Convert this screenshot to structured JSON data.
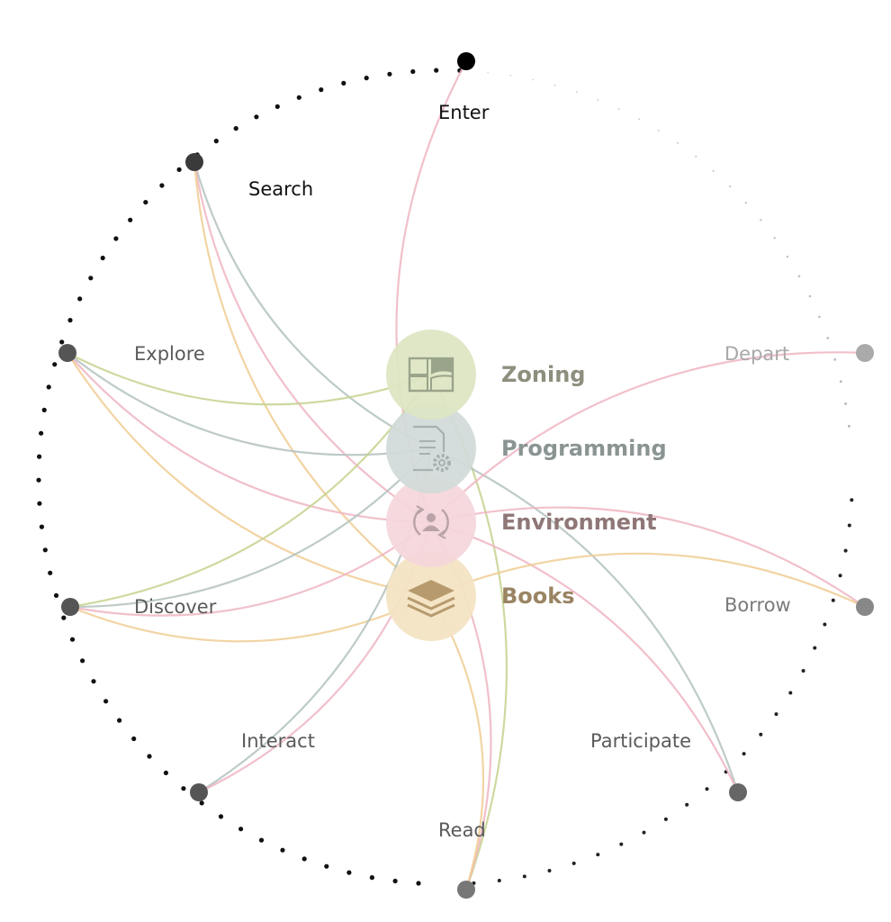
{
  "stages": [
    {
      "id": "enter",
      "label": "Enter",
      "color": "#111111"
    },
    {
      "id": "search",
      "label": "Search",
      "color": "#111111"
    },
    {
      "id": "explore",
      "label": "Explore",
      "color": "#5a5a5a"
    },
    {
      "id": "discover",
      "label": "Discover",
      "color": "#5a5a5a"
    },
    {
      "id": "interact",
      "label": "Interact",
      "color": "#5a5a5a"
    },
    {
      "id": "read",
      "label": "Read",
      "color": "#5a5a5a"
    },
    {
      "id": "participate",
      "label": "Participate",
      "color": "#5a5a5a"
    },
    {
      "id": "borrow",
      "label": "Borrow",
      "color": "#7a7a7a"
    },
    {
      "id": "depart",
      "label": "Depart",
      "color": "#a8a8a8"
    }
  ],
  "hubs": [
    {
      "id": "zoning",
      "label": "Zoning",
      "icon": "zoning-layout-icon",
      "fill": "#dde5c3",
      "icon_color": "#9aa48a",
      "label_color": "#8e8e7e"
    },
    {
      "id": "programming",
      "label": "Programming",
      "icon": "programming-document-gear-icon",
      "fill": "#d1dad8",
      "icon_color": "#a6b1b0",
      "label_color": "#8a9493"
    },
    {
      "id": "environment",
      "label": "Environment",
      "icon": "environment-person-cycle-icon",
      "fill": "#f4d6dc",
      "icon_color": "#b9a3a8",
      "label_color": "#8f7777"
    },
    {
      "id": "books",
      "label": "Books",
      "icon": "books-stack-icon",
      "fill": "#f4e3c3",
      "icon_color": "#b79b6e",
      "label_color": "#9a8463"
    }
  ],
  "connections": [
    {
      "from": "enter",
      "to": "environment"
    },
    {
      "from": "search",
      "to": "programming"
    },
    {
      "from": "search",
      "to": "environment"
    },
    {
      "from": "search",
      "to": "books"
    },
    {
      "from": "explore",
      "to": "zoning"
    },
    {
      "from": "explore",
      "to": "programming"
    },
    {
      "from": "explore",
      "to": "environment"
    },
    {
      "from": "explore",
      "to": "books"
    },
    {
      "from": "discover",
      "to": "zoning"
    },
    {
      "from": "discover",
      "to": "programming"
    },
    {
      "from": "discover",
      "to": "environment"
    },
    {
      "from": "discover",
      "to": "books"
    },
    {
      "from": "interact",
      "to": "programming"
    },
    {
      "from": "interact",
      "to": "environment"
    },
    {
      "from": "read",
      "to": "zoning"
    },
    {
      "from": "read",
      "to": "environment"
    },
    {
      "from": "read",
      "to": "books"
    },
    {
      "from": "participate",
      "to": "programming"
    },
    {
      "from": "participate",
      "to": "environment"
    },
    {
      "from": "borrow",
      "to": "environment"
    },
    {
      "from": "borrow",
      "to": "books"
    },
    {
      "from": "depart",
      "to": "environment"
    }
  ],
  "link_colors": {
    "zoning": "#c6d28e",
    "programming": "#b3c2be",
    "environment": "#efb5c2",
    "books": "#f0cd93"
  }
}
